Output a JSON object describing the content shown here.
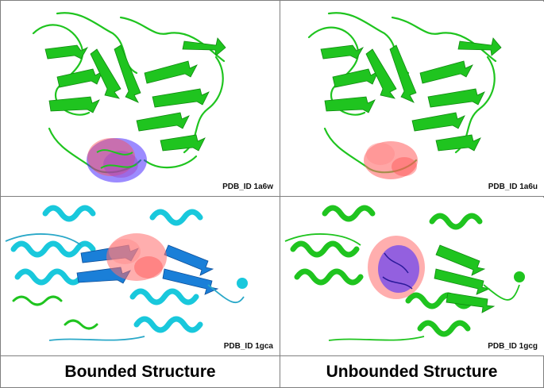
{
  "panels": [
    {
      "pdb_label": "PDB_ID 1a6w",
      "protein_style": "green-beta-sheet",
      "pocket_colors": [
        "#ff4d4d",
        "#4b2cff"
      ]
    },
    {
      "pdb_label": "PDB_ID 1a6u",
      "protein_style": "green-beta-sheet",
      "pocket_colors": [
        "#ff6b6b"
      ]
    },
    {
      "pdb_label": "PDB_ID 1gca",
      "protein_style": "cyan-helical",
      "pocket_colors": [
        "#ff6b6b"
      ]
    },
    {
      "pdb_label": "PDB_ID 1gcg",
      "protein_style": "green-helical",
      "pocket_colors": [
        "#ff6b6b",
        "#4b2cff"
      ]
    }
  ],
  "captions": {
    "left": "Bounded Structure",
    "right": "Unbounded Structure"
  },
  "colors": {
    "ribbon_green": "#1fc41f",
    "ribbon_cyan": "#19c8dc",
    "pocket_red": "#ff6b6b",
    "pocket_blue": "#4b2cff"
  }
}
